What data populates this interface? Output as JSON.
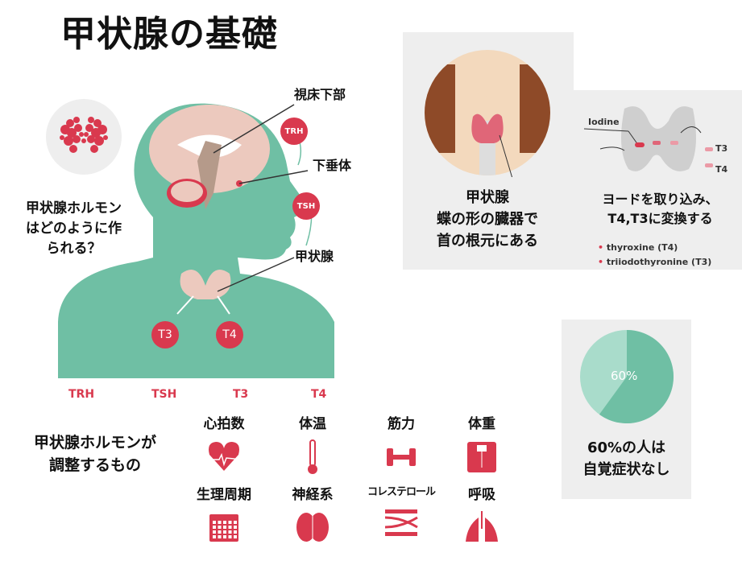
{
  "title": "甲状腺の基礎",
  "intro_question": [
    "甲状腺ホルモン",
    "はどのように作",
    "られる？"
  ],
  "diagram_labels": {
    "hypothalamus": "視床下部",
    "pituitary": "下垂体",
    "thyroid": "甲状腺"
  },
  "hormone_badges": {
    "trh": "TRH",
    "tsh": "TSH",
    "t3": "T3",
    "t4": "T4"
  },
  "hormone_row": [
    "TRH",
    "TSH",
    "T3",
    "T4"
  ],
  "regulates_title": [
    "甲状腺ホルモンが",
    "調整するもの"
  ],
  "regulated_items": [
    {
      "label": "心拍数",
      "icon": "heart-rate-icon"
    },
    {
      "label": "体温",
      "icon": "thermometer-icon"
    },
    {
      "label": "筋力",
      "icon": "dumbbell-icon"
    },
    {
      "label": "体重",
      "icon": "scale-icon"
    },
    {
      "label": "生理周期",
      "icon": "calendar-icon"
    },
    {
      "label": "神経系",
      "icon": "brain-icon"
    },
    {
      "label": "コレステロール",
      "icon": "artery-icon"
    },
    {
      "label": "呼吸",
      "icon": "lungs-icon"
    }
  ],
  "thyroid_panel": {
    "title": "甲状腺",
    "lines": [
      "蝶の形の臓器で",
      "首の根元にある"
    ]
  },
  "iodine_panel": {
    "iodine_label": "Iodine",
    "t3": "T3",
    "t4": "T4",
    "lines": [
      "ヨードを取り込み、",
      "T4,T3に変換する"
    ],
    "legend": [
      "thyroxine (T4)",
      "triiodothyronine (T3)"
    ]
  },
  "pie": {
    "percent_label": "60%",
    "value": 60,
    "lines": [
      "60%の人は",
      "自覚症状なし"
    ]
  },
  "colors": {
    "teal": "#6fbfa4",
    "light_teal": "#a9dccb",
    "red": "#d9394e",
    "panel": "#eeeeee"
  }
}
